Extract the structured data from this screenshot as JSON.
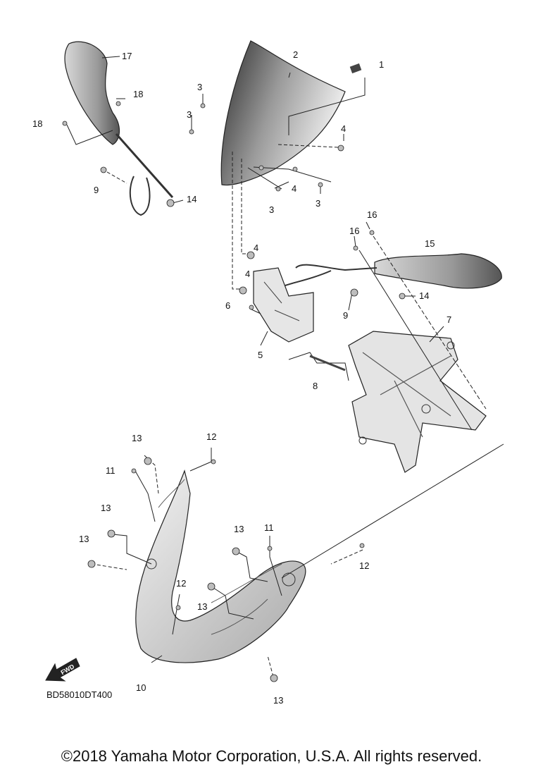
{
  "diagram": {
    "callouts": [
      "1",
      "2",
      "3",
      "3",
      "3",
      "3",
      "4",
      "4",
      "4",
      "4",
      "5",
      "6",
      "7",
      "8",
      "9",
      "9",
      "10",
      "11",
      "11",
      "12",
      "12",
      "12",
      "13",
      "13",
      "13",
      "13",
      "13",
      "13",
      "14",
      "14",
      "15",
      "16",
      "16",
      "17",
      "18",
      "18"
    ],
    "forward_badge": "FWD",
    "drawing_code": "BD58010DT400"
  },
  "footer": {
    "copyright": "©2018 Yamaha Motor Corporation, U.S.A. All rights reserved."
  }
}
